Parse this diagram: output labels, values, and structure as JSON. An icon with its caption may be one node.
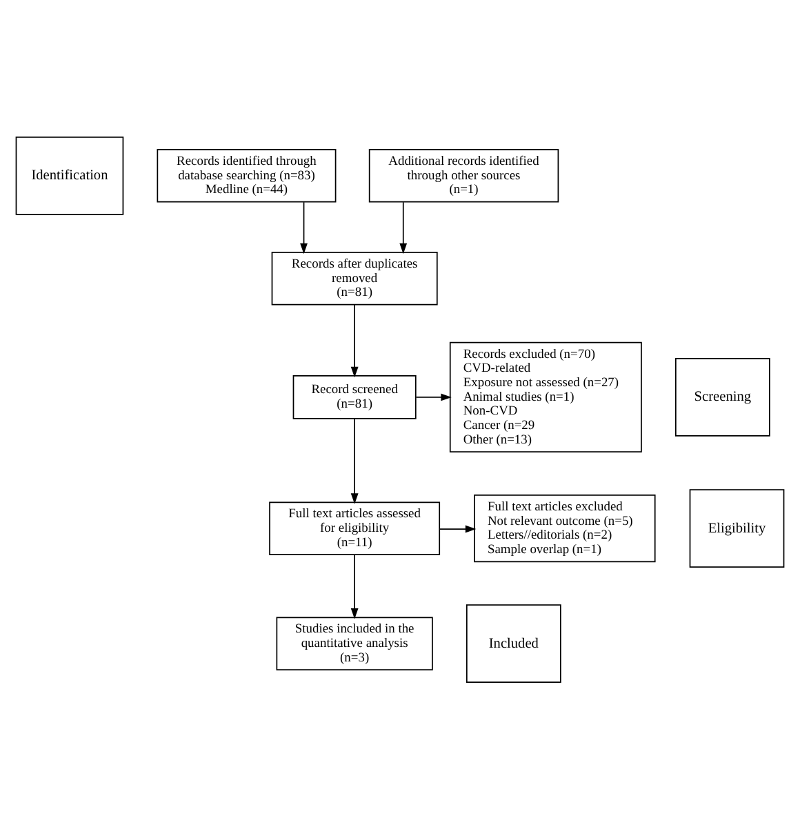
{
  "diagram": {
    "nodes": [
      {
        "text": [
          "Identification"
        ]
      },
      {
        "text": [
          "Records identified through database searching (n=83)",
          "Medline (n=44)"
        ]
      },
      {
        "text": [
          "Additional records identified through other sources",
          "(n=1)"
        ]
      },
      {
        "text": [
          "Records after duplicates removed",
          "(n=81)"
        ]
      },
      {
        "text": [
          "Screening"
        ]
      },
      {
        "text": [
          "Record screened",
          "(n=81)"
        ]
      },
      {
        "text": [
          "Records excluded (n=70)",
          "CVD-related",
          "Exposure not assessed (n=27)",
          "Animal studies (n=1)",
          "Non-CVD",
          "Cancer (n=29",
          "Other (n=13)"
        ]
      },
      {
        "text": [
          "Eligibility"
        ]
      },
      {
        "text": [
          "Full text articles assessed for eligibility",
          "(n=11)"
        ]
      },
      {
        "text": [
          "Full text articles excluded",
          "Not relevant outcome (n=5)",
          "Letters//editorials (n=2)",
          "Sample overlap (n=1)"
        ]
      },
      {
        "text": [
          "Included"
        ]
      },
      {
        "text": [
          "Studies included in the quantitative analysis",
          "(n=3)"
        ]
      }
    ],
    "edges": [
      {
        "from": 1,
        "to": 3,
        "arrow": "to"
      },
      {
        "from": 2,
        "to": 3,
        "arrow": "to"
      },
      {
        "from": 3,
        "to": 5,
        "arrow": "to"
      },
      {
        "from": 5,
        "to": 8,
        "arrow": "to"
      },
      {
        "from": 5,
        "to": 6,
        "arrow": "to"
      },
      {
        "from": 8,
        "to": 11,
        "arrow": "to"
      },
      {
        "from": 8,
        "to": 9,
        "arrow": "to"
      }
    ]
  }
}
